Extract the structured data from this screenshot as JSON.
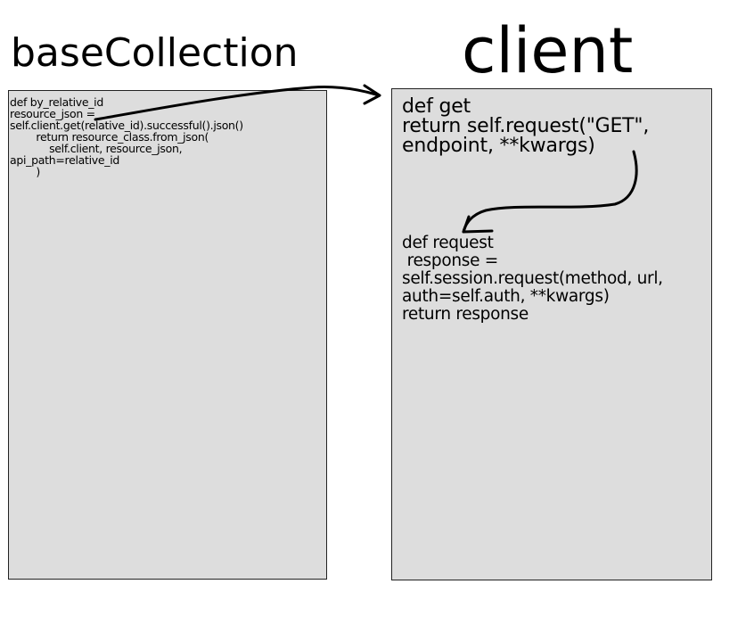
{
  "titles": {
    "left": "baseCollection",
    "right": "client"
  },
  "base_collection_code": [
    "def by_relative_id",
    "resource_json =",
    "self.client.get(relative_id).successful().json()",
    "        return resource_class.from_json(",
    "            self.client, resource_json,",
    "api_path=relative_id",
    "        )"
  ],
  "client_get_code": [
    "def get",
    "return self.request(\"GET\",",
    "endpoint, **kwargs)"
  ],
  "client_request_code": [
    "def request",
    " response =",
    "self.session.request(method, url,",
    "auth=self.auth, **kwargs)",
    "return response"
  ],
  "colors": {
    "box_fill": "#dddddd",
    "box_border": "#222222",
    "ink": "#000000"
  }
}
